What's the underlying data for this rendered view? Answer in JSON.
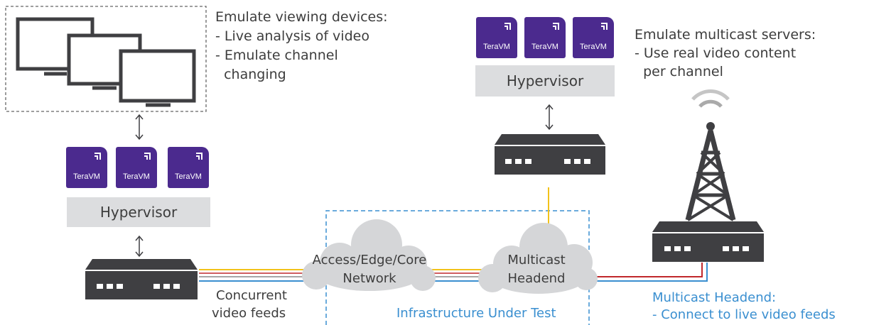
{
  "viewing_devices": {
    "title": "Emulate viewing devices:",
    "lines": [
      "- Live analysis of video",
      "- Emulate channel",
      "  changing"
    ]
  },
  "multicast_servers": {
    "title": "Emulate multicast servers:",
    "lines": [
      "- Use real video content",
      "  per channel"
    ]
  },
  "teravm_label": "TeraVM",
  "hypervisor_label": "Hypervisor",
  "cloud_access": {
    "line1": "Access/Edge/Core",
    "line2": "Network"
  },
  "cloud_headend": {
    "line1": "Multicast",
    "line2": "Headend"
  },
  "concurrent": {
    "line1": "Concurrent",
    "line2": "video feeds"
  },
  "infrastructure_label": "Infrastructure Under Test",
  "headend_note": {
    "title": "Multicast Headend:",
    "line": "- Connect to live video feeds"
  },
  "colors": {
    "teravm": "#4b2a8e",
    "device": "#3f3f42",
    "hypervisor": "#dcdddf",
    "blue": "#3a8fd0",
    "yellow": "#f2c21a",
    "red": "#c0282c",
    "cloud": "#d5d6d8"
  }
}
